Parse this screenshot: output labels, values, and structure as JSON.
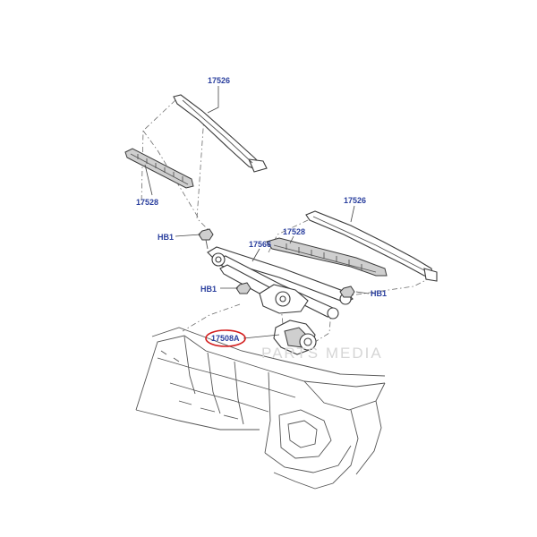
{
  "callouts": {
    "arm_upper_left": "17526",
    "blade_left": "17528",
    "arm_right": "17526",
    "blade_right": "17528",
    "linkage": "17566",
    "bolt_top_left": "HB1",
    "bolt_mid_left": "HB1",
    "bolt_right": "HB1",
    "motor": "17508A"
  },
  "watermark": "PARTS MEDIA",
  "colors": {
    "callout_text": "#2a3f9e",
    "highlight_ring": "#d31f1f",
    "watermark": "#d6d6d6"
  }
}
